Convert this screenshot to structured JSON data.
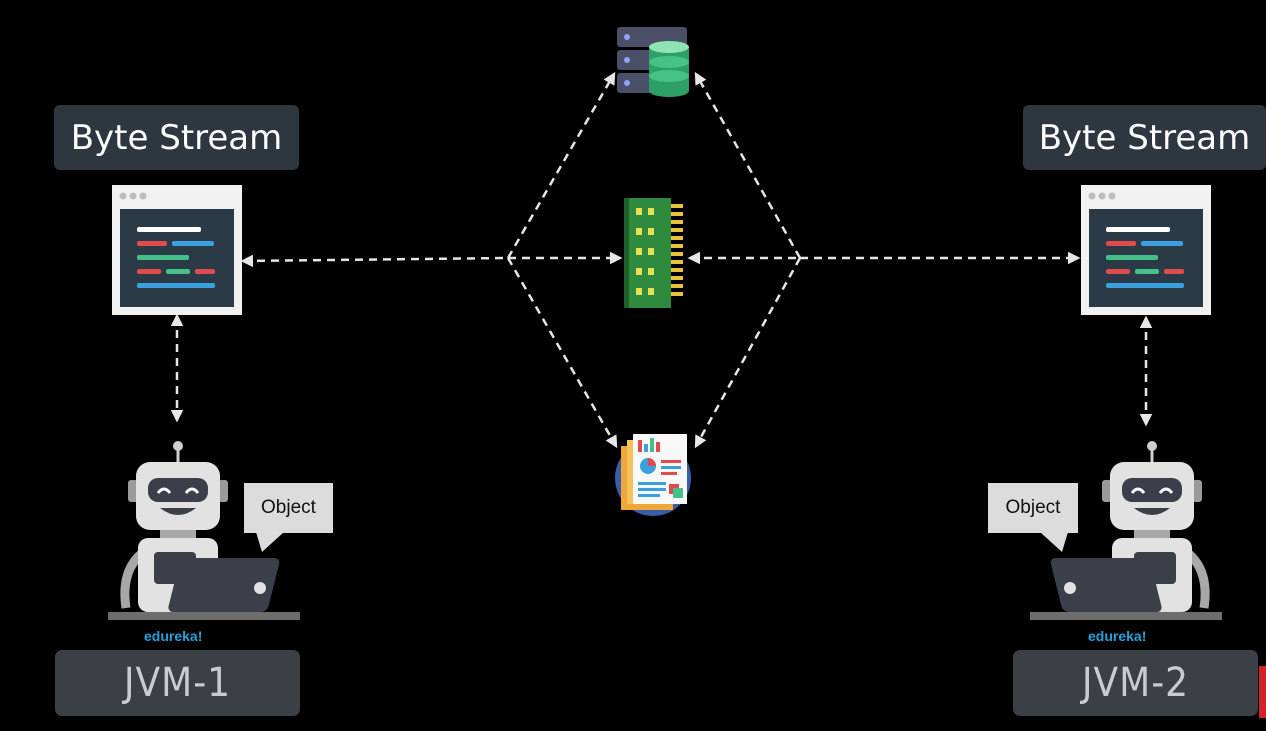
{
  "left": {
    "stream_label": "Byte Stream",
    "bubble": "Object",
    "brand": "edureka!",
    "jvm": "JVM-1"
  },
  "right": {
    "stream_label": "Byte Stream",
    "bubble": "Object",
    "brand": "edureka!",
    "jvm": "JVM-2"
  },
  "colors": {
    "background": "#000000",
    "label_box": "#2e3640",
    "jvm_box": "#3b3f46",
    "arrow": "#e6e6e6",
    "brand": "#2aa0d8"
  },
  "icons": [
    "code-window-icon",
    "database-server-icon",
    "memory-chip-icon",
    "report-document-icon",
    "robot-icon",
    "laptop-icon"
  ]
}
